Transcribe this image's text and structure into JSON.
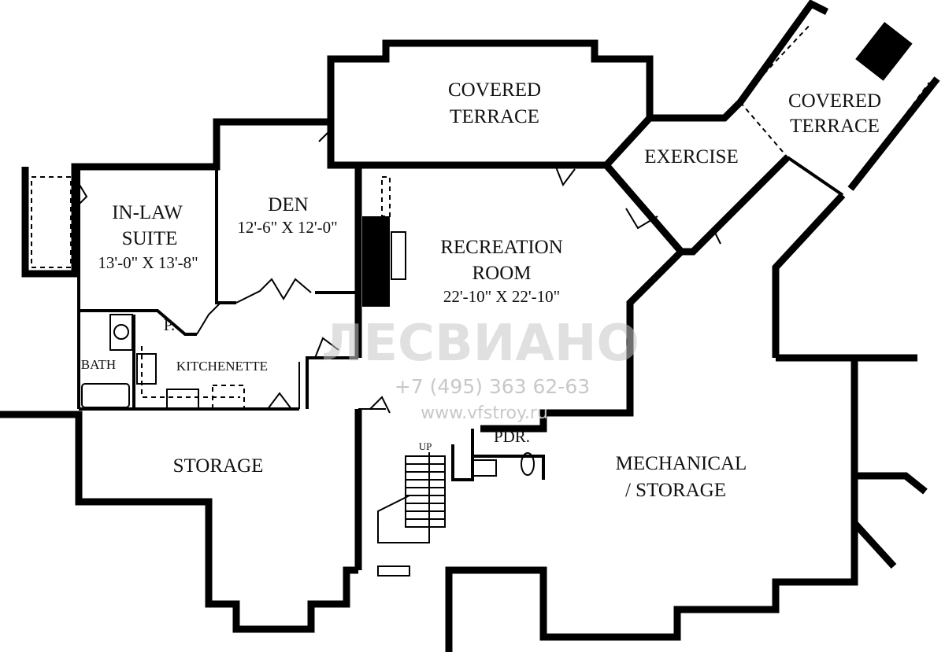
{
  "rooms": {
    "covered_terrace_1": [
      "COVERED",
      "TERRACE"
    ],
    "covered_terrace_2": [
      "COVERED",
      "TERRACE"
    ],
    "exercise": "EXERCISE",
    "in_law_suite": {
      "name": [
        "IN-LAW",
        "SUITE"
      ],
      "size": "13'-0\" X 13'-8\""
    },
    "den": {
      "name": "DEN",
      "size": "12'-6\" X 12'-0\""
    },
    "recreation_room": {
      "name": [
        "RECREATION",
        "ROOM"
      ],
      "size": "22'-10\" X 22'-10\""
    },
    "pantry": "P.",
    "bath": "BATH",
    "kitchenette": "KITCHENETTE",
    "storage": "STORAGE",
    "powder_room": "PDR.",
    "stair": "UP",
    "mechanical": [
      "MECHANICAL",
      "/ STORAGE"
    ]
  },
  "watermark": {
    "logo": "ЛЕСВИАНО",
    "phone": "+7 (495) 363 62-63",
    "url": "www.vfstroy.ru"
  },
  "colors": {
    "wall": "#000000",
    "watermark": "#c8c8c8"
  }
}
